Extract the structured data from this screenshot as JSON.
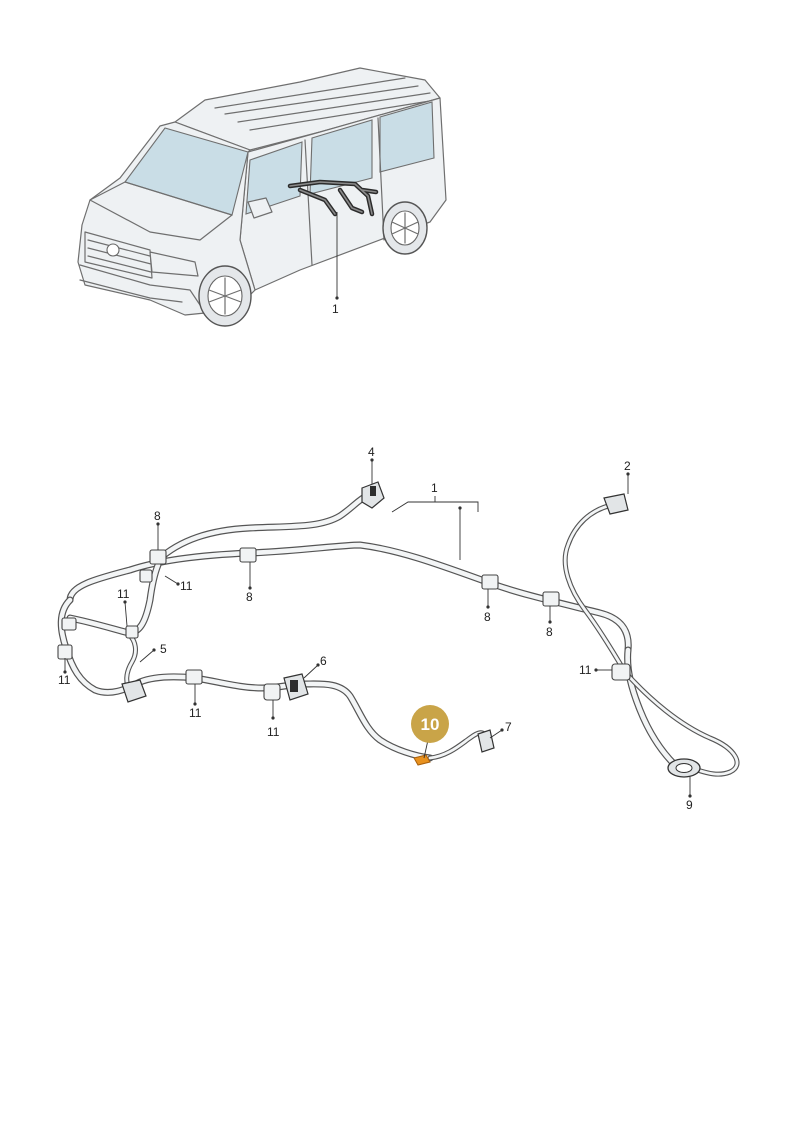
{
  "labels": {
    "van_ref": "1",
    "harness": "1",
    "p2": "2",
    "p4": "4",
    "p5": "5",
    "p6": "6",
    "p7": "7",
    "p8a": "8",
    "p8b": "8",
    "p8c": "8",
    "p8d": "8",
    "p9": "9",
    "p11a": "11",
    "p11b": "11",
    "p11c": "11",
    "p11d": "11",
    "p11e": "11",
    "p11f": "11"
  },
  "highlight": {
    "label": "10",
    "color": "#c9a448",
    "part_color": "#e8911e"
  },
  "colors": {
    "glass": "#c9dde6",
    "van_body": "#eef1f3",
    "harness_on_van": "#2b2b2b"
  }
}
